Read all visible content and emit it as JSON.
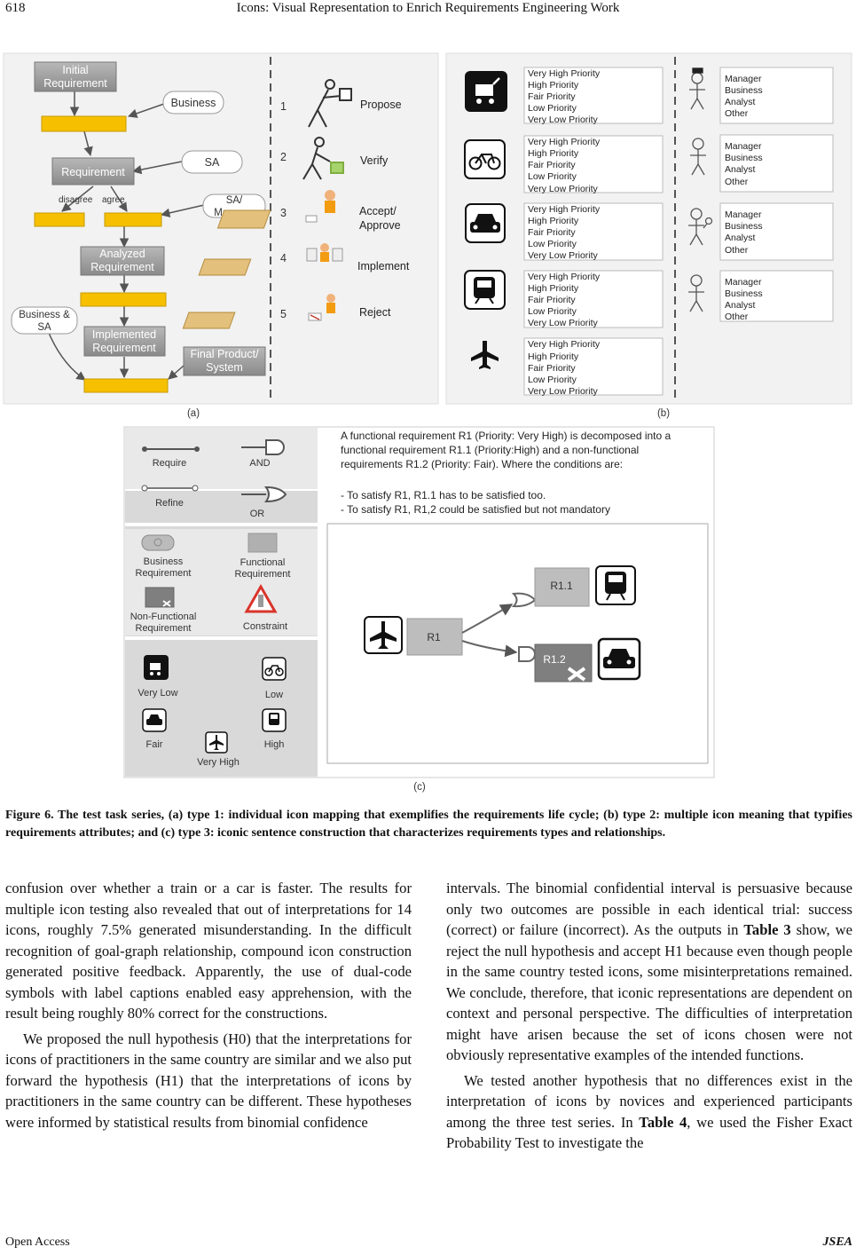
{
  "header": {
    "page_number": "618",
    "title": "Icons: Visual Representation to Enrich Requirements Engineering Work"
  },
  "panel_a": {
    "initial_req": [
      "Initial",
      "Requirement"
    ],
    "business": "Business",
    "sa": "SA",
    "sa_manager": [
      "SA/",
      "Manager"
    ],
    "requirement": "Requirement",
    "disagree": "disagree",
    "agree": "agree",
    "analyzed": [
      "Analyzed",
      "Requirement"
    ],
    "business_sa": [
      "Business &",
      "SA"
    ],
    "implemented": [
      "Implemented",
      "Requirement"
    ],
    "final": [
      "Final Product/",
      "System"
    ],
    "steps": [
      {
        "num": "1",
        "label": [
          "Propose"
        ]
      },
      {
        "num": "2",
        "label": [
          "Verify"
        ]
      },
      {
        "num": "3",
        "label": [
          "Accept/",
          "Approve"
        ]
      },
      {
        "num": "4",
        "label": [
          "Implement"
        ]
      },
      {
        "num": "5",
        "label": [
          "Reject"
        ]
      }
    ],
    "caption": "(a)"
  },
  "panel_b": {
    "priorities": [
      "Very High Priority",
      "High Priority",
      "Fair Priority",
      "Low Priority",
      "Very Low Priority"
    ],
    "roles": [
      "Manager",
      "Business",
      "Analyst",
      "Other"
    ],
    "caption": "(b)"
  },
  "panel_c": {
    "require": "Require",
    "and": "AND",
    "refine": "Refine",
    "or": "OR",
    "business_req": [
      "Business",
      "Requirement"
    ],
    "functional_req": [
      "Functional",
      "Requirement"
    ],
    "nonfunctional_req": [
      "Non-Functional",
      "Requirement"
    ],
    "constraint": "Constraint",
    "very_low": "Very Low",
    "low": "Low",
    "fair": "Fair",
    "high": "High",
    "very_high": "Very High",
    "desc_lines": [
      "A functional requirement R1 (Priority: Very High) is decomposed into a",
      "functional requirement R1.1 (Priority:High)  and a non-functional",
      "requirements R1.2 (Priority: Fair). Where the conditions are:",
      "",
      "- To satisfy R1, R1.1 has to be satisfied too.",
      "- To satisfy R1, R1,2 could be satisfied but not mandatory"
    ],
    "r1": "R1",
    "r11": "R1.1",
    "r12": "R1.2",
    "caption": "(c)"
  },
  "figure_caption": "Figure 6. The test task series, (a) type 1: individual icon mapping that exemplifies the requirements life cycle; (b) type 2: multiple icon meaning that typifies requirements attributes; and (c) type 3: iconic sentence construction that characterizes requirements types and relationships.",
  "left_column": [
    "confusion over whether a train or a car is faster. The results for multiple icon testing also revealed that out of interpretations for 14 icons, roughly 7.5% generated misunderstanding. In the difficult recognition of goal-graph relationship, compound icon construction generated positive feedback. Apparently, the use of dual-code symbols with label captions enabled easy apprehension, with the result being roughly 80% correct for the constructions.",
    "We proposed the null hypothesis (H0) that the interpretations for icons of practitioners in the same country are similar and we also put forward the hypothesis (H1) that the interpretations of icons by practitioners in the same country can be different. These hypotheses were informed by statistical results from binomial confidence"
  ],
  "right_column": {
    "p1_a": "intervals. The binomial confidential interval is persuasive because only two outcomes are possible in each identical trial: success (correct) or failure (incorrect). As the outputs in ",
    "p1_bold": "Table 3",
    "p1_b": " show, we reject the null hypothesis and accept H1 because even though people in the same country tested icons, some misinterpretations remained. We conclude, therefore, that iconic representations are dependent on context and personal perspective. The difficulties of interpretation might have arisen because the set of icons chosen were not obviously representative examples of the intended functions.",
    "p2_a": "We tested another hypothesis that no differences exist in the interpretation of icons by novices and experienced participants among the three test series. In ",
    "p2_bold": "Table 4",
    "p2_b": ", we used the Fisher Exact Probability Test to investigate the"
  },
  "footer": {
    "left": "Open  Access",
    "right": "JSEA"
  }
}
